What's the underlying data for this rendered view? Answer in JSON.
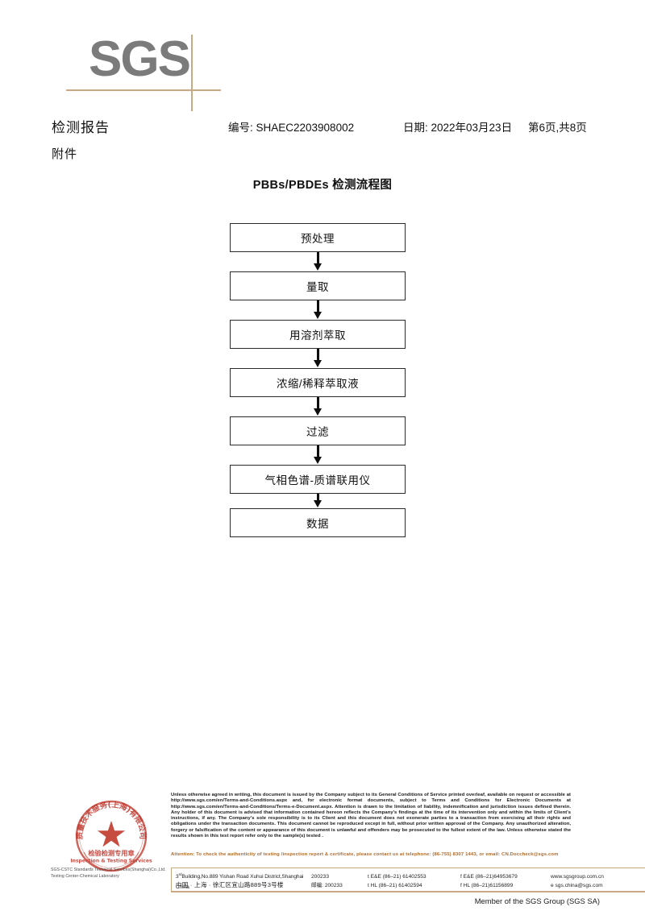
{
  "logo": {
    "text": "SGS"
  },
  "header": {
    "title": "检测报告",
    "report_no": "编号: SHAEC2203908002",
    "date": "日期: 2022年03月23日",
    "page": "第6页,共8页",
    "subtitle": "附件"
  },
  "flow": {
    "title": "PBBs/PBDEs 检测流程图",
    "steps": [
      {
        "label": "预处理"
      },
      {
        "label": "量取"
      },
      {
        "label": "用溶剂萃取"
      },
      {
        "label": "浓缩/稀释萃取液"
      },
      {
        "label": "过滤"
      },
      {
        "label": "气相色谱-质谱联用仪"
      },
      {
        "label": "数据"
      }
    ]
  },
  "stamp": {
    "outer_text": "质量技术服务(上海)有限公司",
    "line1": "检验检测专用章",
    "line2": "Inspection & Testing Services"
  },
  "footer": {
    "company_line1": "SGS-CSTC Standards Technical Services(Shanghai)Co.,Ltd.",
    "company_line2": "Testing Center-Chemical Laboratory",
    "legal": "Unless otherwise agreed in writing, this document is issued by the Company subject to its General Conditions of Service printed overleaf, available on request or accessible at http://www.sgs.com/en/Terms-and-Conditions.aspx and, for electronic format documents, subject to Terms and Conditions for Electronic Documents at http://www.sgs.com/en/Terms-and-Conditions/Terms-e-Document.aspx. Attention is drawn to the limitation of liability, indemnification and jurisdiction issues defined therein. Any holder of this document is advised that information contained hereon reflects the Company's findings at the time of its intervention only and within the limits of Client's instructions, if any. The Company's sole responsibility is to its Client and this document does not exonerate parties to a transaction from exercising all their rights and obligations under the transaction documents. This document cannot be reproduced except in full, without prior written approval of the Company. Any unauthorized alteration, forgery or falsification of the content or appearance of this document is unlawful and offenders may be prosecuted to the fullest extent of the law. Unless otherwise stated the results shown in this test report refer only to the sample(s) tested .",
    "attention": "Attention: To check the authenticity of testing /inspection report & certificate, please contact us at telephone: (86-755) 8307 1443, or email: CN.Doccheck@sgs.com",
    "address_en_prefix": "3",
    "address_en_sup": "rd",
    "address_en": "Building,No.889 Yishan Road Xuhui District,Shanghai China",
    "zip_en": "200233",
    "tel_ee": "t E&E (86–21) 61402553",
    "fax_ee": "f E&E (86–21)64953679",
    "website": "www.sgsgroup.com.cn",
    "address_cn": "中国 · 上海 · 徐汇区宜山路889号3号楼",
    "zip_cn_label": "邮编: 200233",
    "tel_hl": "t HL (86–21) 61402594",
    "fax_hl": "f HL (86–21)61156899",
    "email": "e  sgs.china@sgs.com",
    "member": "Member of the SGS Group (SGS SA)",
    "accent_color": "#c9a882",
    "attention_color": "#b06a28"
  }
}
